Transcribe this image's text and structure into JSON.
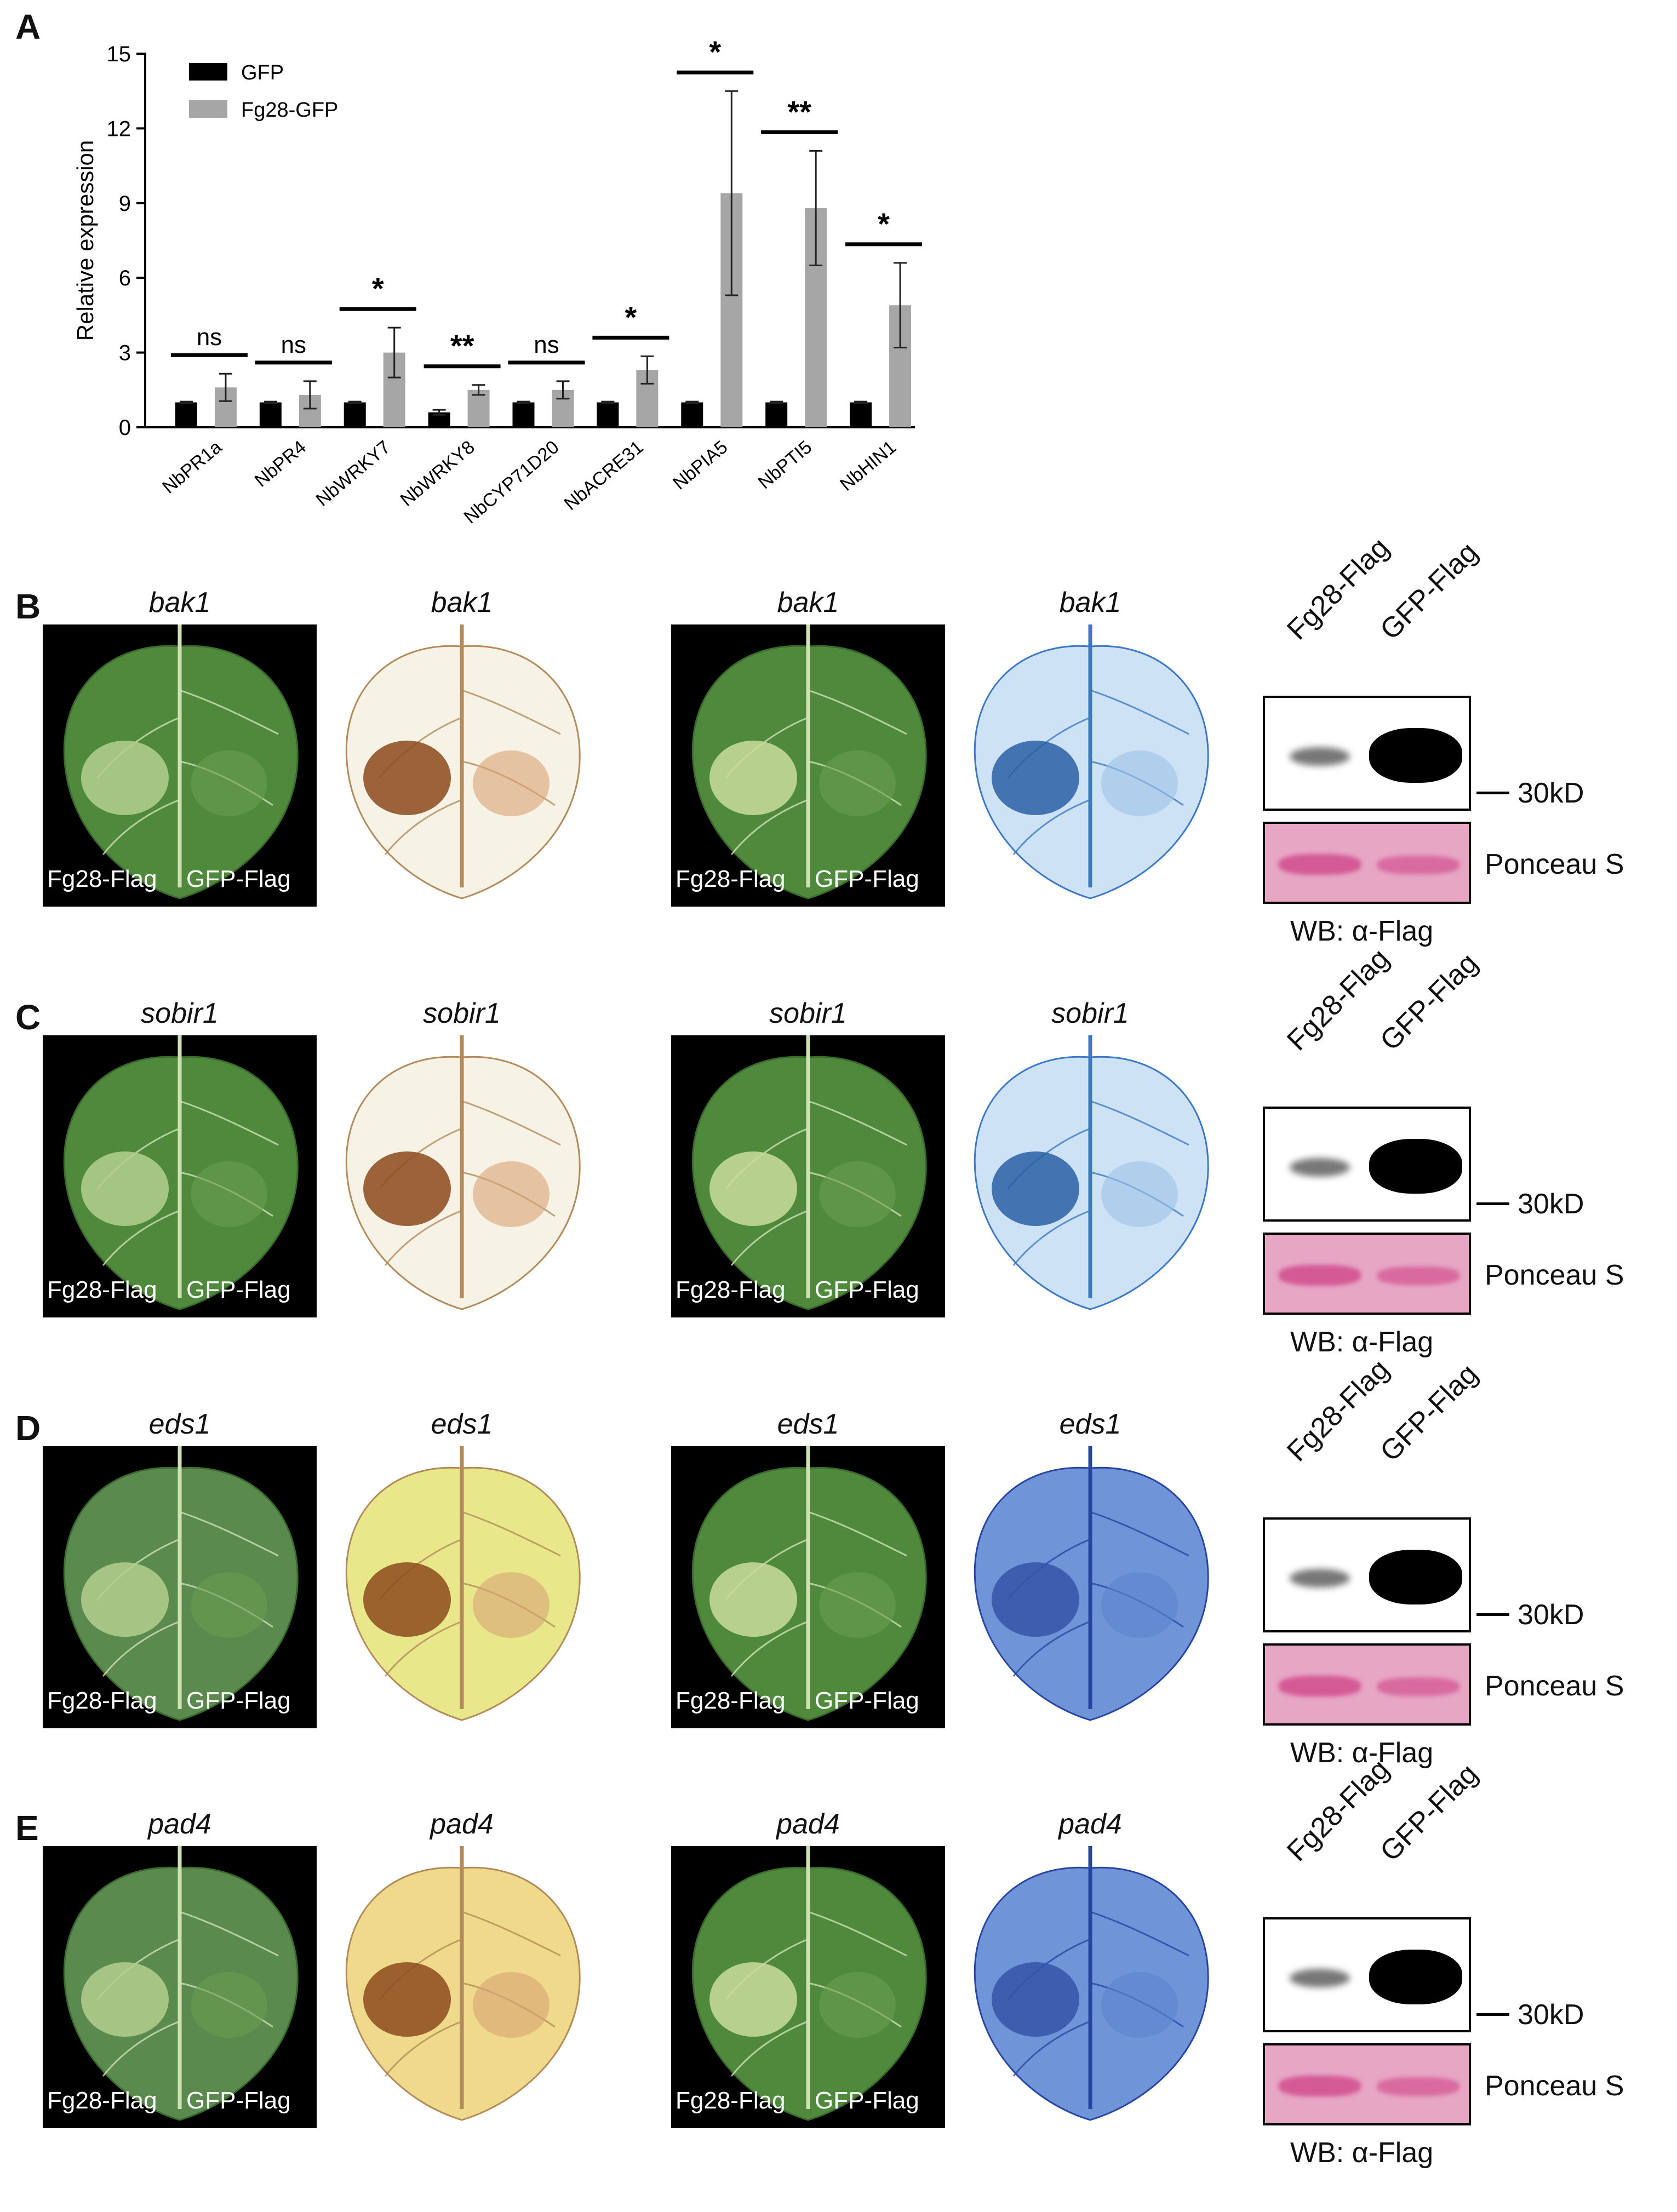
{
  "panels": {
    "A": "A",
    "B": "B",
    "C": "C",
    "D": "D",
    "E": "E"
  },
  "chart_data": {
    "type": "bar",
    "ylabel": "Relative expression",
    "ylim": [
      0,
      15
    ],
    "yticks": [
      0,
      3,
      6,
      9,
      12,
      15
    ],
    "categories": [
      "NbPR1a",
      "NbPR4",
      "NbWRKY7",
      "NbWRKY8",
      "NbCYP71D20",
      "NbACRE31",
      "NbPIA5",
      "NbPTI5",
      "NbHIN1"
    ],
    "series": [
      {
        "name": "GFP",
        "color": "#000000",
        "values": [
          1.0,
          1.0,
          1.0,
          0.6,
          1.0,
          1.0,
          1.0,
          1.0,
          1.0
        ],
        "errors": [
          0.03,
          0.03,
          0.03,
          0.1,
          0.03,
          0.03,
          0.03,
          0.03,
          0.03
        ]
      },
      {
        "name": "Fg28-GFP",
        "color": "#a6a6a6",
        "values": [
          1.6,
          1.3,
          3.0,
          1.5,
          1.5,
          2.3,
          9.4,
          8.8,
          4.9
        ],
        "errors": [
          0.55,
          0.55,
          1.0,
          0.2,
          0.35,
          0.55,
          4.1,
          2.3,
          1.7
        ]
      }
    ],
    "significance": [
      "ns",
      "ns",
      "*",
      "**",
      "ns",
      "*",
      "*",
      "**",
      "*"
    ],
    "legend": "top-left"
  },
  "rows": [
    {
      "letter": "B",
      "genotype": "bak1",
      "leaf_labels": {
        "left": "Fg28-Flag",
        "right": "GFP-Flag"
      },
      "lanes": [
        "Fg28-Flag",
        "GFP-Flag"
      ],
      "marker": "30kD",
      "ponceau": "Ponceau S",
      "wb": "WB: α-Flag"
    },
    {
      "letter": "C",
      "genotype": "sobir1",
      "leaf_labels": {
        "left": "Fg28-Flag",
        "right": "GFP-Flag"
      },
      "lanes": [
        "Fg28-Flag",
        "GFP-Flag"
      ],
      "marker": "30kD",
      "ponceau": "Ponceau S",
      "wb": "WB: α-Flag"
    },
    {
      "letter": "D",
      "genotype": "eds1",
      "leaf_labels": {
        "left": "Fg28-Flag",
        "right": "GFP-Flag"
      },
      "lanes": [
        "Fg28-Flag",
        "GFP-Flag"
      ],
      "marker": "30kD",
      "ponceau": "Ponceau S",
      "wb": "WB: α-Flag"
    },
    {
      "letter": "E",
      "genotype": "pad4",
      "leaf_labels": {
        "left": "Fg28-Flag",
        "right": "GFP-Flag"
      },
      "lanes": [
        "Fg28-Flag",
        "GFP-Flag"
      ],
      "marker": "30kD",
      "ponceau": "Ponceau S",
      "wb": "WB: α-Flag"
    }
  ]
}
